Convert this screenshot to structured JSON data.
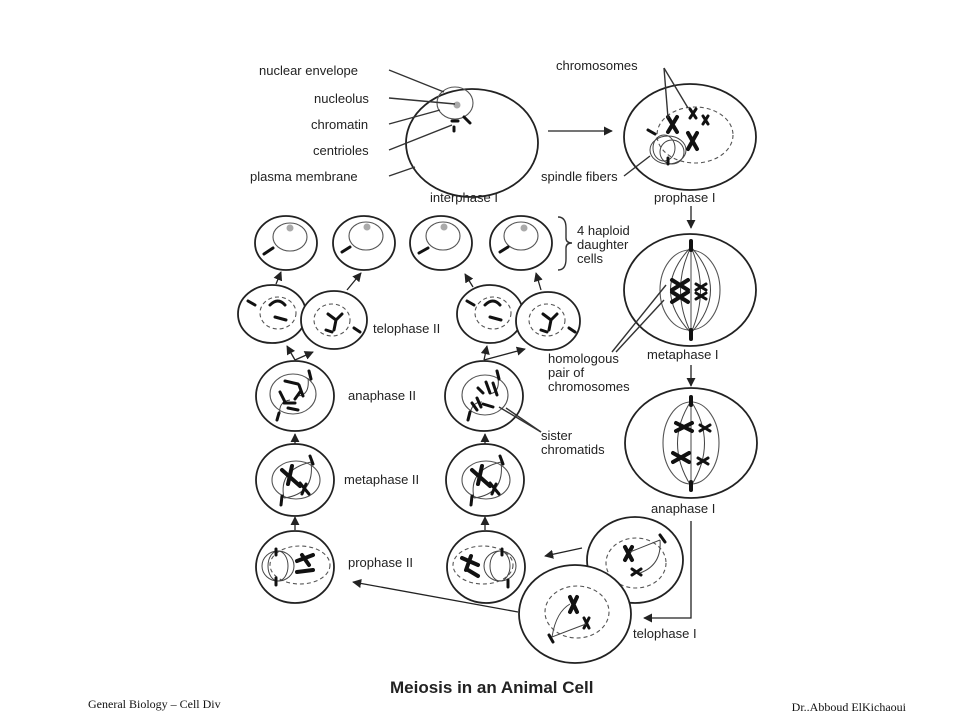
{
  "slide": {
    "footer_left": "General Biology – Cell Div",
    "footer_right": "Dr..Abboud ElKichaoui",
    "caption": "Meiosis in an Animal Cell"
  },
  "diagram": {
    "labels": {
      "nuclear_envelope": "nuclear envelope",
      "nucleolus": "nucleolus",
      "chromatin": "chromatin",
      "centrioles": "centrioles",
      "plasma_membrane": "plasma membrane",
      "chromosomes": "chromosomes",
      "spindle_fibers": "spindle fibers",
      "daughter_cells": [
        "4 haploid",
        "daughter",
        "cells"
      ],
      "homologous": [
        "homologous",
        "pair of",
        "chromosomes"
      ],
      "sister_chromatids": [
        "sister",
        "chromatids"
      ]
    },
    "stages": {
      "interphase_1": "interphase I",
      "prophase_1": "prophase I",
      "metaphase_1": "metaphase I",
      "anaphase_1": "anaphase I",
      "telophase_1": "telophase I",
      "prophase_2": "prophase II",
      "metaphase_2": "metaphase II",
      "anaphase_2": "anaphase II",
      "telophase_2": "telophase II"
    }
  }
}
